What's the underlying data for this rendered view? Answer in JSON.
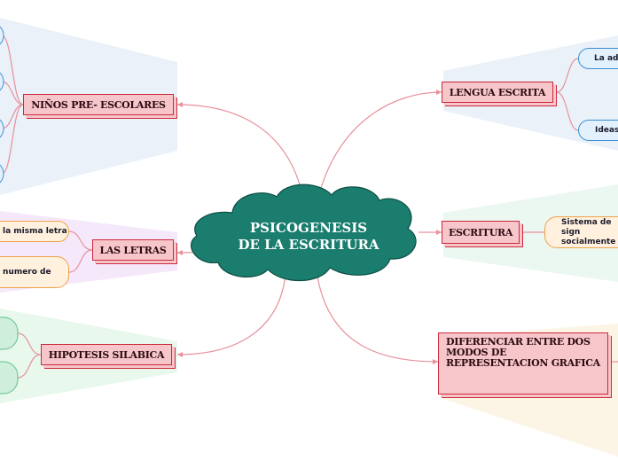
{
  "central": {
    "title": "PSICOGENESIS DE LA ESCRITURA",
    "color": "#1a7d6e"
  },
  "topics": [
    {
      "id": "ninos",
      "label": "NIÑOS  PRE- ESCOLARES",
      "side": "left",
      "accent": "#3b8fd6"
    },
    {
      "id": "letras",
      "label": "LAS LETRAS",
      "side": "left",
      "accent": "#c084e6"
    },
    {
      "id": "hipotesis",
      "label": "HIPOTESIS SILABICA",
      "side": "left",
      "accent": "#5cc28a"
    },
    {
      "id": "lengua",
      "label": "LENGUA ESCRITA",
      "side": "right",
      "accent": "#3b8fd6"
    },
    {
      "id": "escritura",
      "label": "ESCRITURA",
      "side": "right",
      "accent": "#5cc28a"
    },
    {
      "id": "diferenciar",
      "label": "DIFERENCIAR ENTRE DOS MODOS DE REPRESENTACION GRAFICA",
      "side": "right",
      "accent": "#f0c27a"
    }
  ],
  "leaves": {
    "letras": [
      "la misma letra",
      "numero de"
    ],
    "lengua": [
      "La ade",
      "Ideas"
    ],
    "escritura": [
      "Sistema de sign socialmente"
    ]
  },
  "colors": {
    "branch_line": "#e8919c",
    "node_fill": "#f6c6ca",
    "node_border": "#cc2a3c"
  }
}
